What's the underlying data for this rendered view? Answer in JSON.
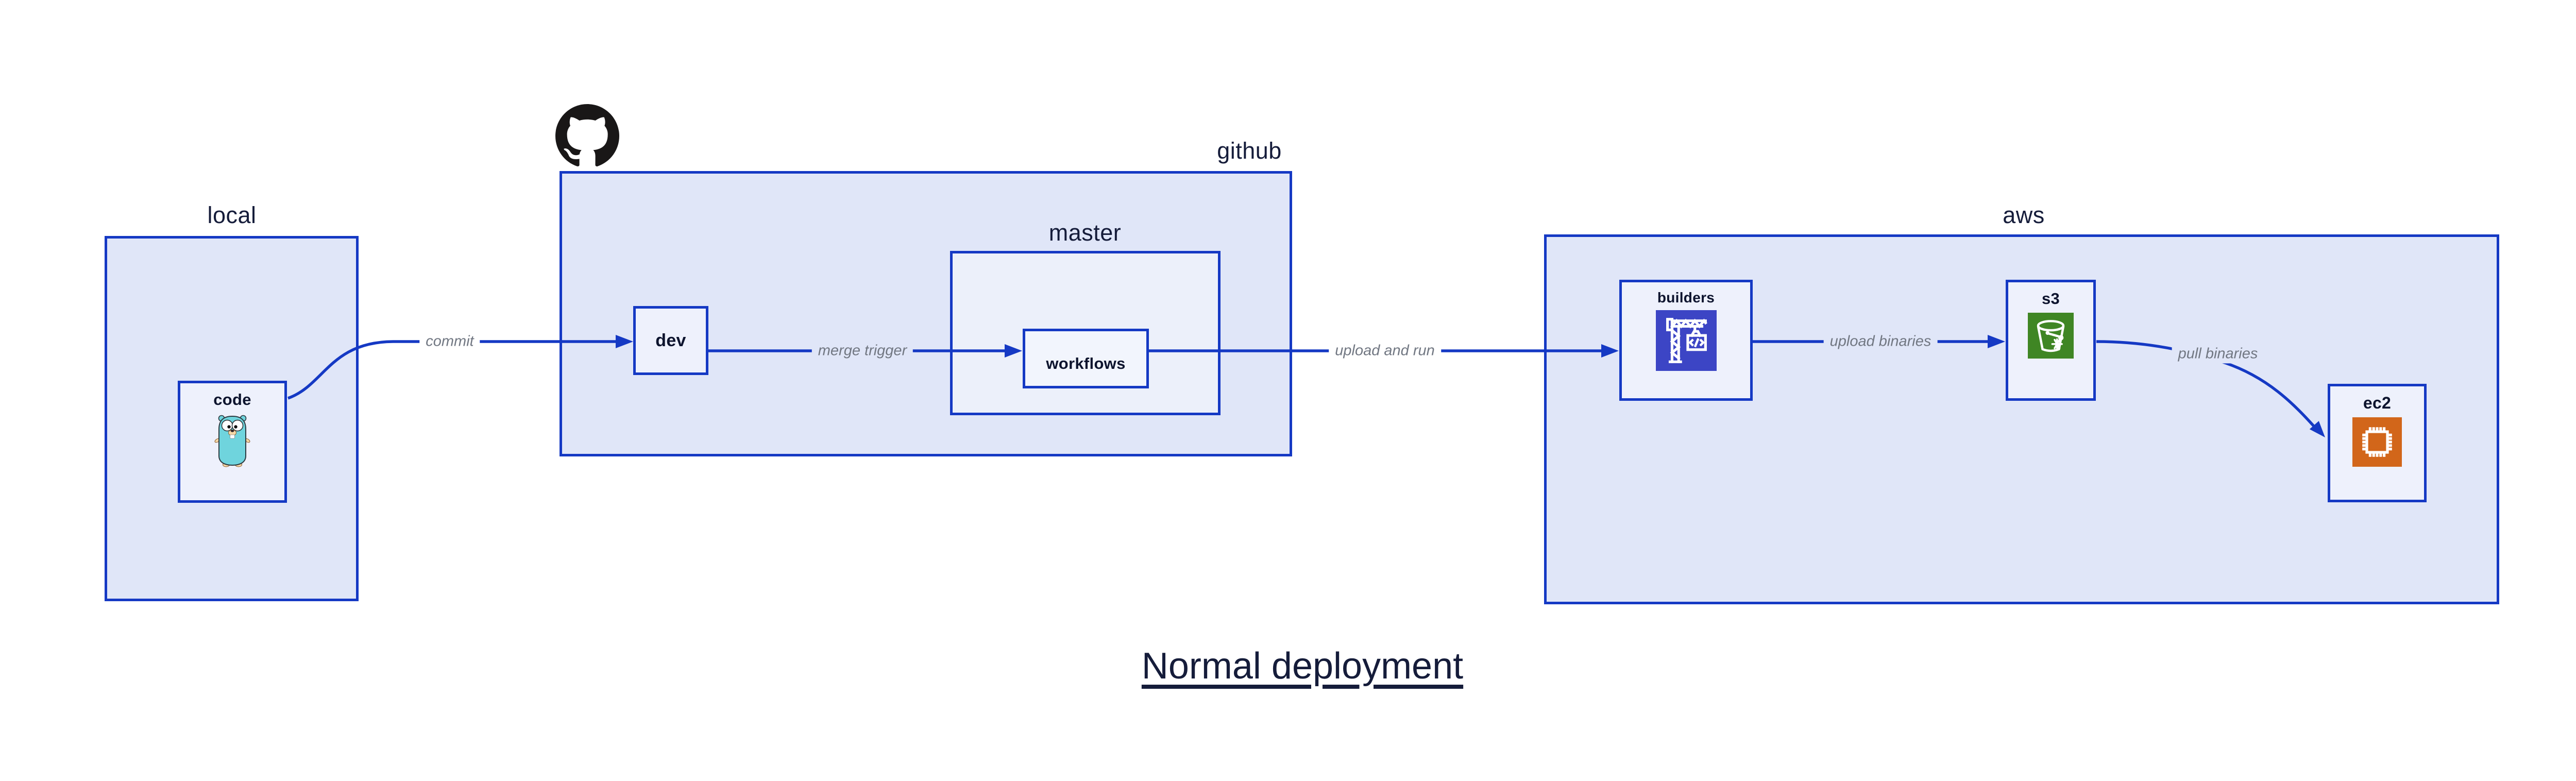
{
  "title": {
    "text": "Normal deployment"
  },
  "colors": {
    "line": "#1539c4",
    "outer_fill": "#e0e6f8",
    "master_fill": "#ecf0fa",
    "workflows_fill": "#f2f5fd",
    "inner_fill": "#eef1fc",
    "navy_text": "#151c3a",
    "node_text": "#0d142e",
    "edge_label_gray": "#717782",
    "codebuild_icon_bg": "#3c45c5",
    "s3_icon_bg": "#3f8624",
    "ec2_icon_bg": "#d2661a",
    "octocat_black": "#191717",
    "gopher_teal": "#6fd4dd"
  },
  "groups": {
    "local": {
      "label": "local"
    },
    "github": {
      "label": "github"
    },
    "master": {
      "label": "master"
    },
    "aws": {
      "label": "aws"
    }
  },
  "nodes": {
    "code": {
      "label": "code",
      "icon": "go-gopher"
    },
    "dev": {
      "label": "dev"
    },
    "workflows": {
      "label": "workflows"
    },
    "builders": {
      "label": "builders",
      "icon": "codebuild-crane"
    },
    "s3": {
      "label": "s3",
      "icon": "s3-glacier-bucket"
    },
    "ec2": {
      "label": "ec2",
      "icon": "ec2-chip"
    }
  },
  "edges": {
    "commit": {
      "label": "commit"
    },
    "merge_trigger": {
      "label": "merge trigger"
    },
    "upload_and_run": {
      "label": "upload and run"
    },
    "upload_binaries": {
      "label": "upload binaries"
    },
    "pull_binaries": {
      "label": "pull binaries"
    }
  }
}
